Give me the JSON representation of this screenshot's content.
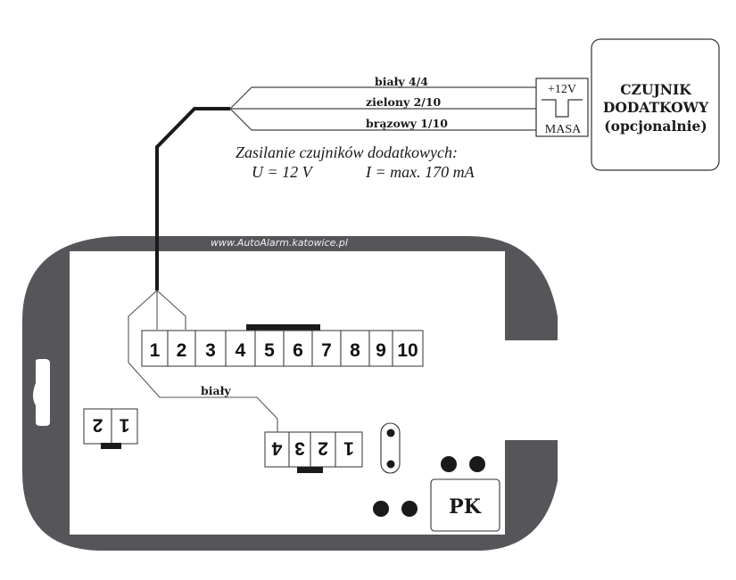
{
  "colors": {
    "housing": "#56565a",
    "wire_main": "#1a1a1a",
    "wire_thin": "#555555",
    "line": "#333333",
    "background": "#ffffff"
  },
  "sensor": {
    "title_line1": "CZUJNIK",
    "title_line2": "DODATKOWY",
    "title_line3": "(opcjonalnie)",
    "terminal_top": "+12V",
    "terminal_bottom": "MASA"
  },
  "wires": [
    {
      "label": "biały 4/4"
    },
    {
      "label": "zielony 2/10"
    },
    {
      "label": "brązowy 1/10"
    }
  ],
  "power_note": {
    "line1": "Zasilanie czujników dodatkowych:",
    "voltage": "U = 12 V",
    "current": "I = max. 170 mA"
  },
  "housing": {
    "url": "www.AutoAlarm.katowice.pl"
  },
  "connector_10pin": {
    "pins": [
      "1",
      "2",
      "3",
      "4",
      "5",
      "6",
      "7",
      "8",
      "9",
      "10"
    ]
  },
  "connector_4pin": {
    "pins": [
      "4",
      "3",
      "2",
      "1"
    ],
    "wire_label": "biały"
  },
  "connector_2pin": {
    "pins": [
      "2",
      "1"
    ]
  },
  "pk_box": {
    "label": "PK"
  }
}
